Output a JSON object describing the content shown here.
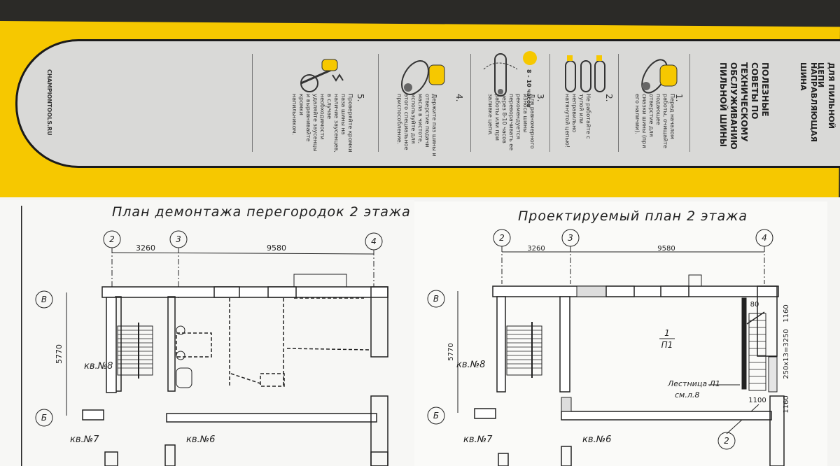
{
  "booklet": {
    "brand_url": "CHAMPIONTOOLS.RU",
    "title_line1": "НАПРАВЛЯЮЩАЯ ШИНА",
    "title_line2": "ДЛЯ ПИЛЬНОЙ ЦЕПИ",
    "subtitle": "ПОЛЕЗНЫЕ СОВЕТЫ ПО ТЕХНИЧЕСКОМУ ОБСЛУЖИВАНИЮ ПИЛЬНОЙ ШИНЫ",
    "tips": [
      {
        "number": "1.",
        "text": "Перед началом работы, очищайте подающее отверстие для смазки шины (при его наличии)."
      },
      {
        "number": "2.",
        "text": "Не работайте с тупой или неправильно натянутой цепью!"
      },
      {
        "number": "3.",
        "text": "Для равномерного износа шины рекомендуется переворачивать ее через 8-10 часов работы или при заливке цепи.",
        "badge": "8 - 10 часов"
      },
      {
        "number": "4.",
        "text": "Держите паз шины и отверстие подачи масла в чистоте, используйте для этого специальное приспособление."
      },
      {
        "number": "5.",
        "text": "Проверяйте кромки паза шины на наличие заусенцев, в случае необходимости удаляйте заусенцы и выравнивайте кромки напильником."
      }
    ]
  },
  "plans": {
    "left": {
      "title": "План демонтажа перегородок 2 этажа",
      "axes": [
        "2",
        "3",
        "4",
        "В",
        "Б"
      ],
      "dims": [
        "3260",
        "9580",
        "5770"
      ],
      "apartments": [
        "кв.№8",
        "кв.№7",
        "кв.№6"
      ]
    },
    "right": {
      "title": "Проектируемый план 2 этажа",
      "axes": [
        "2",
        "3",
        "4",
        "В",
        "Б",
        "2"
      ],
      "dims": [
        "3260",
        "9580",
        "5770",
        "80",
        "1160",
        "250х13=3250",
        "1100",
        "1160"
      ],
      "room_label_top": "1",
      "room_label_bottom": "П1",
      "stair_label": "Лестница Л1",
      "stair_sublabel": "см.л.8",
      "apartments": [
        "кв.№8",
        "кв.№7",
        "кв.№6"
      ]
    }
  }
}
